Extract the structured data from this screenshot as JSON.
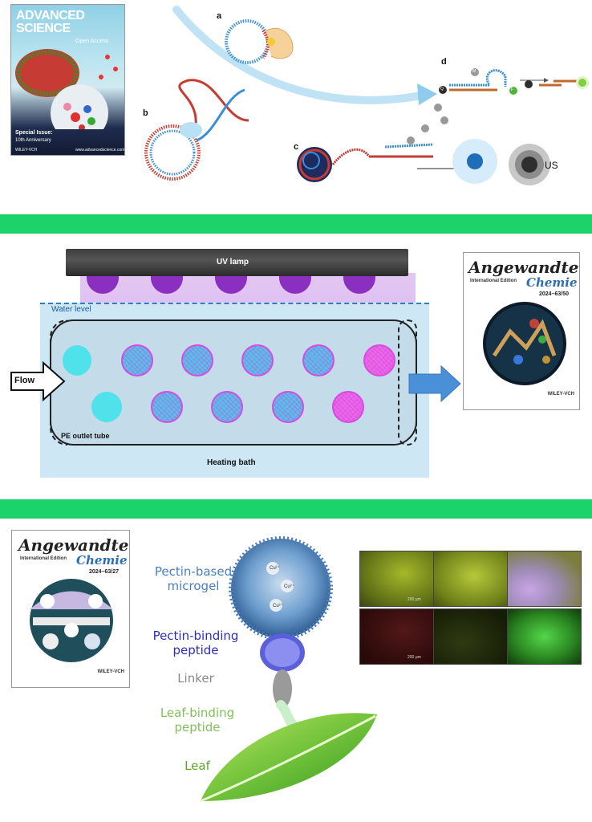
{
  "top_section": {
    "cover": {
      "journal_title": "ADVANCED SCIENCE",
      "subtitle": "Open Access",
      "issue_label": "Special Issue:",
      "issue_sub": "10th Anniversary",
      "publisher": "WILEY-VCH",
      "website": "www.advancedscience.com"
    },
    "panels": {
      "a": "a",
      "b": "b",
      "c": "c",
      "d": "d"
    },
    "markers": {
      "m": "M",
      "q": "Q",
      "f": "F"
    },
    "us_label": "US"
  },
  "middle_section": {
    "uv_lamp_label": "UV lamp",
    "water_level_label": "Water level",
    "flow_label": "Flow",
    "tube_label": "PE outlet tube",
    "bath_label": "Heating bath",
    "cover": {
      "journal_name": "Angewandte",
      "journal_sub": "Chemie",
      "edition": "International Edition",
      "volume": "2024–63/50",
      "publisher": "WILEY-VCH"
    }
  },
  "bottom_section": {
    "cover": {
      "journal_name": "Angewandte",
      "journal_sub": "Chemie",
      "edition": "International Edition",
      "volume": "2024–63/27",
      "publisher": "WILEY-VCH"
    },
    "labels": {
      "microgel": "Pectin-based microgel",
      "pectin_peptide": "Pectin-binding peptide",
      "linker": "Linker",
      "leaf_peptide": "Leaf-binding peptide",
      "leaf": "Leaf"
    },
    "ion_label": "Cu²⁺",
    "scale_bar": "200 μm"
  },
  "colors": {
    "divider": "#1bd36a",
    "microgel_text": "#4a7fc0",
    "pectin_peptide_text": "#2c2fb8",
    "linker_text": "#8a8a8a",
    "leaf_peptide_text": "#7fc25a",
    "leaf_text": "#5aa62c"
  }
}
